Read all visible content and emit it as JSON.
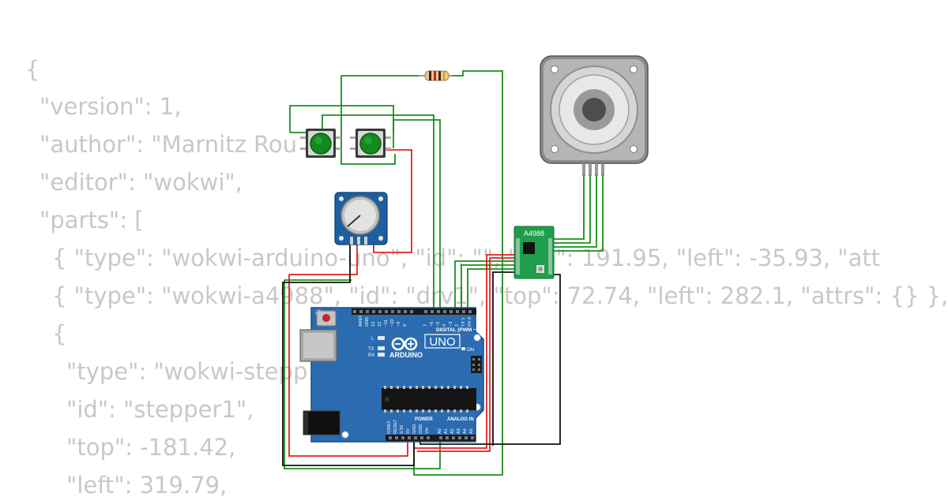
{
  "code": {
    "lines": [
      "{",
      "\"version\": 1,",
      "\"author\": \"Marnitz Rou",
      "\"editor\": \"wokwi\",",
      "\"parts\": [",
      "{ \"type\": \"wokwi-arduino-uno\", \"id\": \"\", \"top\": 191.95, \"left\": -35.93, \"att",
      "{ \"type\": \"wokwi-a4988\", \"id\": \"drv1\", \"top\": 72.74, \"left\": 282.1, \"attrs\": {} },",
      "{",
      "\"type\": \"wokwi-stepp",
      "\"id\": \"stepper1\",",
      "\"top\": -181.42,",
      "\"left\": 319.79,"
    ]
  },
  "diagram": {
    "arduino": {
      "board_name": "UNO",
      "brand": "ARDUINO",
      "digital_label": "DIGITAL (PWM ~)",
      "power_label": "POWER",
      "analog_label": "ANALOG IN",
      "on_label": "ON",
      "l_label": "L",
      "tx_label": "TX",
      "rx_label": "RX",
      "aref_label": "AREF",
      "gnd_label": "GND",
      "digital_pins": [
        "13",
        "12",
        "~11",
        "~10",
        "~9",
        "8",
        "7",
        "~6",
        "~5",
        "4",
        "~3",
        "2",
        "TX 1",
        "RX 0"
      ],
      "power_pins": [
        "IOREF",
        "RESET",
        "3.3V",
        "5V",
        "GND",
        "GND",
        "Vin"
      ],
      "analog_pins": [
        "A0",
        "A1",
        "A2",
        "A3",
        "A4",
        "A5"
      ]
    },
    "driver": {
      "label": "A4988"
    },
    "colors": {
      "wire_green": "#1a8f1a",
      "wire_red": "#e02020",
      "wire_black": "#111111",
      "board_blue": "#2b6cb0",
      "driver_green": "#1e9e4a",
      "button_green": "#128a1e",
      "pot_blue": "#1d5fa0"
    }
  }
}
